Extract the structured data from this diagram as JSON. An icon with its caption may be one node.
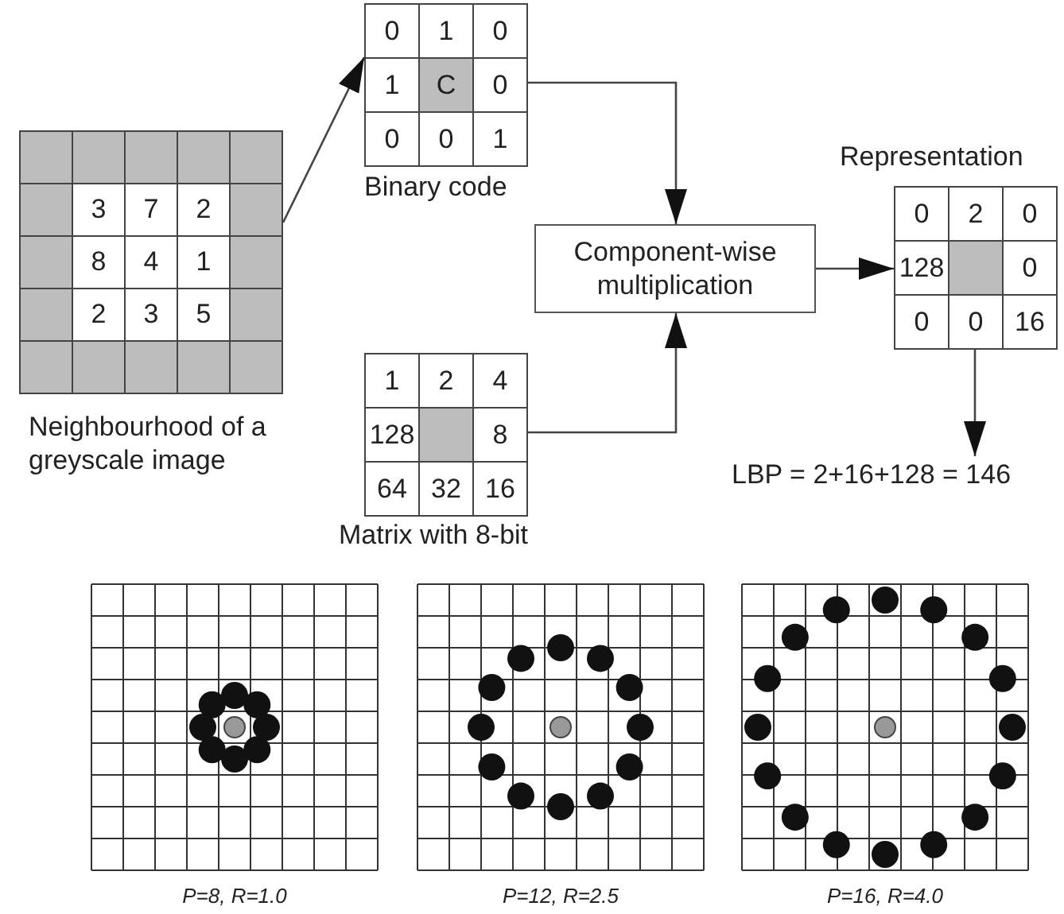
{
  "diagram": {
    "nodes": [
      {
        "text": [
          "3",
          "7",
          "2",
          "8",
          "4",
          "1",
          "2",
          "3",
          "5",
          "Neighbourhood of a greyscale image"
        ]
      },
      {
        "text": [
          "0",
          "1",
          "0",
          "1",
          "C",
          "0",
          "0",
          "0",
          "1",
          "Binary code"
        ]
      },
      {
        "text": [
          "1",
          "2",
          "4",
          "128",
          "8",
          "64",
          "32",
          "16",
          "Matrix with 8-bit"
        ]
      },
      {
        "text": [
          "Component-wise multiplication"
        ]
      },
      {
        "text": [
          "Representation",
          "0",
          "2",
          "0",
          "128",
          "0",
          "0",
          "0",
          "16"
        ]
      },
      {
        "text": [
          "LBP = 2+16+128 = 146"
        ]
      },
      {
        "text": [
          "P=8, R=1.0"
        ]
      },
      {
        "text": [
          "P=12, R=2.5"
        ]
      },
      {
        "text": [
          "P=16, R=4.0"
        ]
      }
    ],
    "edges": [
      {
        "from": 0,
        "to": 1,
        "arrow": "to"
      },
      {
        "from": 1,
        "to": 3,
        "arrow": "to"
      },
      {
        "from": 2,
        "to": 3,
        "arrow": "to"
      },
      {
        "from": 3,
        "to": 4,
        "arrow": "to"
      },
      {
        "from": 4,
        "to": 5,
        "arrow": "to"
      }
    ]
  }
}
